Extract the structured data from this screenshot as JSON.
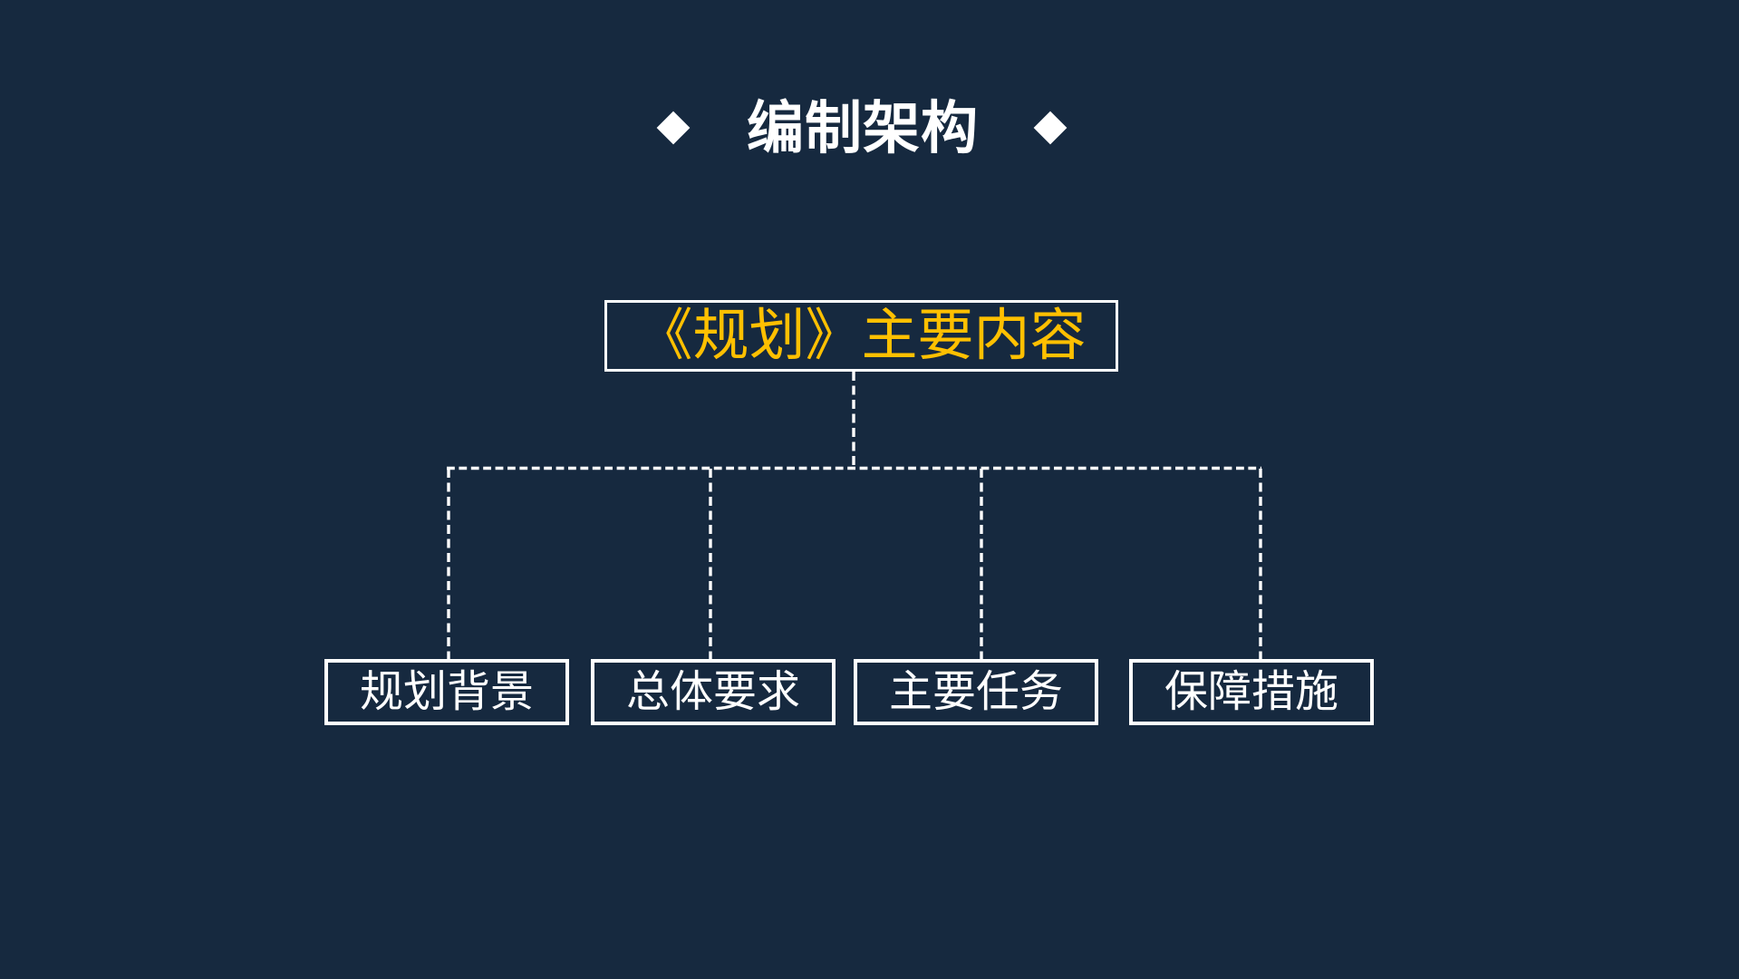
{
  "slide": {
    "colors": {
      "background": "#16293F",
      "accent": "#FFC000",
      "line": "#FFFFFF"
    }
  },
  "title": {
    "text": "编制架构",
    "left_icon": "diamond-icon",
    "right_icon": "diamond-icon"
  },
  "diagram": {
    "root": {
      "label": "《规划》主要内容"
    },
    "children": [
      {
        "label": "规划背景"
      },
      {
        "label": "总体要求"
      },
      {
        "label": "主要任务"
      },
      {
        "label": "保障措施"
      }
    ]
  }
}
